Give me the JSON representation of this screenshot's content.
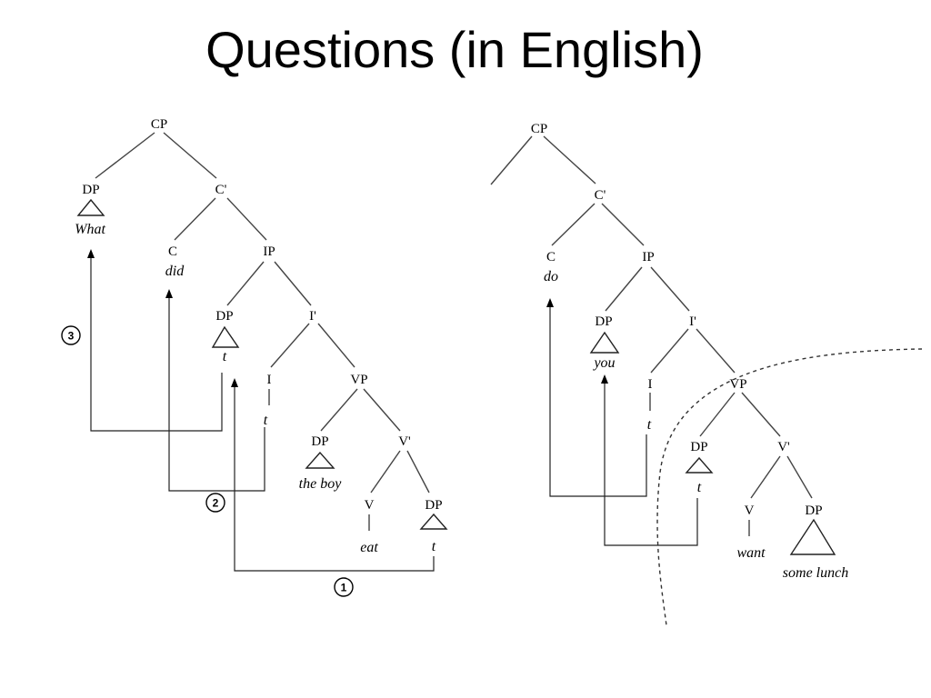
{
  "title": "Questions (in English)",
  "tree1": {
    "cp": "CP",
    "dp_spec": "DP",
    "what": "What",
    "cbar": "C'",
    "c": "C",
    "did": "did",
    "ip": "IP",
    "dp_subj": "DP",
    "t_subj": "t",
    "ibar": "I'",
    "i": "I",
    "t_i": "t",
    "vp": "VP",
    "dp_vp": "DP",
    "the_boy": "the boy",
    "vbar": "V'",
    "v": "V",
    "eat": "eat",
    "dp_obj": "DP",
    "t_obj": "t",
    "step1": "1",
    "step2": "2",
    "step3": "3"
  },
  "tree2": {
    "cp": "CP",
    "cbar": "C'",
    "c": "C",
    "do": "do",
    "ip": "IP",
    "dp_subj": "DP",
    "you": "you",
    "ibar": "I'",
    "i": "I",
    "t_i": "t",
    "vp": "VP",
    "dp_vp": "DP",
    "t_vp": "t",
    "vbar": "V'",
    "v": "V",
    "want": "want",
    "dp_obj": "DP",
    "some_lunch": "some lunch"
  }
}
